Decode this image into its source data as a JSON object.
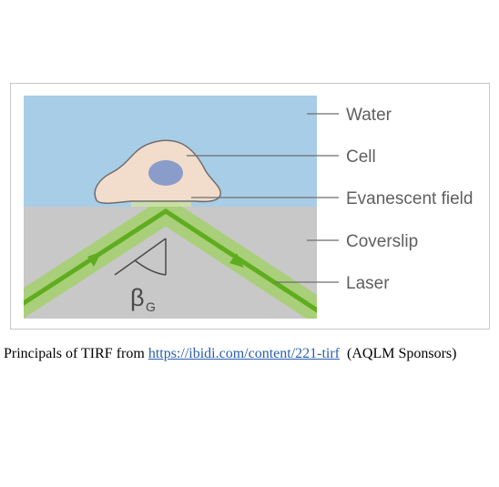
{
  "diagram": {
    "labels": {
      "water": "Water",
      "cell": "Cell",
      "evanescent": "Evanescent field",
      "coverslip": "Coverslip",
      "laser": "Laser"
    },
    "angle_symbol": "β",
    "angle_subscript": "G",
    "colors": {
      "water": "#a8cde6",
      "coverslip": "#c8c8c8",
      "cell_fill": "#f2dccb",
      "nucleus": "#8a9cc9",
      "laser_band": "#a9cf7a",
      "laser_beam": "#5fad1f",
      "evanescent": "#cde0a3"
    }
  },
  "caption": {
    "prefix": "Principals of TIRF from ",
    "link_text": "https://ibidi.com/content/221-tirf",
    "suffix": "  (AQLM Sponsors)"
  }
}
